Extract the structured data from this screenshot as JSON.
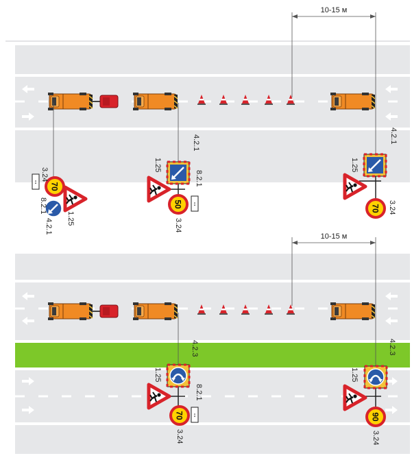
{
  "diagrams": [
    {
      "gap_label": "10-15 м",
      "lead_vehicle_signs": {
        "labels": [
          "3.24",
          "8.2.1",
          "4.2.1",
          "1.25"
        ],
        "speed": "70",
        "plate_arrow": "↕"
      },
      "middle_signs": {
        "labels": [
          "1.25",
          "4.2.1",
          "8.2.1",
          "3.24"
        ],
        "speed": "50",
        "plate_arrow": "↕"
      },
      "right_signs": {
        "labels": [
          "1.25",
          "4.2.1",
          "3.24"
        ],
        "speed": "70"
      }
    },
    {
      "gap_label": "10-15 м",
      "middle_signs": {
        "labels": [
          "1.25",
          "4.2.3",
          "8.2.1",
          "3.24"
        ],
        "speed": "70",
        "plate_arrow": "↕"
      },
      "right_signs": {
        "labels": [
          "1.25",
          "4.2.3",
          "3.24"
        ],
        "speed": "90"
      }
    }
  ],
  "colors": {
    "road": "#e6e7e9",
    "median": "#7dc829",
    "vehicle": "#f08a24",
    "trailer": "#d8232a",
    "sign_blue": "#2a5aa8",
    "sign_red": "#d8232a",
    "sign_yellow": "#ffd200"
  }
}
